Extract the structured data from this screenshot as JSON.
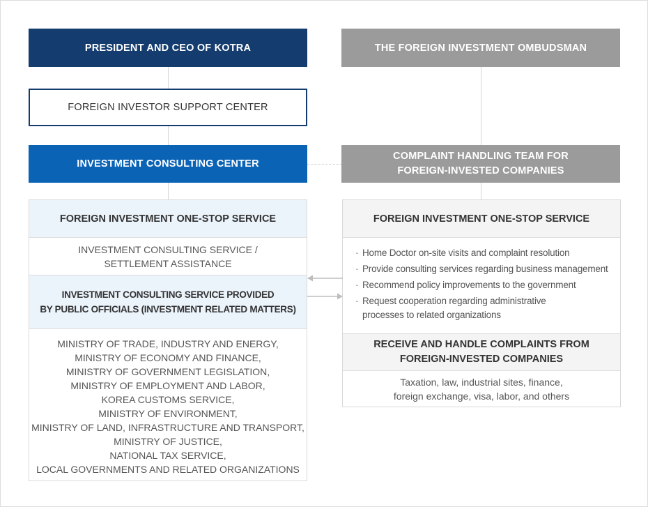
{
  "left": {
    "president": "PRESIDENT AND CEO OF KOTRA",
    "support_center": "FOREIGN INVESTOR SUPPORT CENTER",
    "consulting_center": "INVESTMENT CONSULTING CENTER",
    "panel": {
      "title": "FOREIGN INVESTMENT ONE-STOP SERVICE",
      "service_line1": "INVESTMENT CONSULTING SERVICE /",
      "service_line2": "SETTLEMENT ASSISTANCE",
      "officials_line1": "INVESTMENT CONSULTING SERVICE PROVIDED",
      "officials_line2": "BY PUBLIC OFFICIALS (INVESTMENT RELATED MATTERS)",
      "ministries": [
        "MINISTRY OF TRADE, INDUSTRY AND ENERGY,",
        "MINISTRY OF ECONOMY AND FINANCE,",
        "MINISTRY OF GOVERNMENT LEGISLATION,",
        "MINISTRY OF EMPLOYMENT AND LABOR,",
        "KOREA CUSTOMS SERVICE,",
        "MINISTRY OF ENVIRONMENT,",
        "MINISTRY OF LAND, INFRASTRUCTURE AND TRANSPORT,",
        "MINISTRY OF JUSTICE,",
        "NATIONAL TAX SERVICE,",
        "LOCAL GOVERNMENTS AND RELATED ORGANIZATIONS"
      ]
    }
  },
  "right": {
    "ombudsman": "THE FOREIGN INVESTMENT OMBUDSMAN",
    "team_line1": "COMPLAINT HANDLING TEAM FOR",
    "team_line2": "FOREIGN-INVESTED COMPANIES",
    "panel": {
      "title": "FOREIGN INVESTMENT ONE-STOP SERVICE",
      "bullet_mark": "·",
      "bullets": [
        "Home Doctor on-site visits and complaint resolution",
        "Provide consulting services regarding business management",
        "Recommend policy improvements to the government",
        "Request cooperation regarding administrative processes to related organizations"
      ],
      "complaints_line1": "RECEIVE AND HANDLE COMPLAINTS FROM",
      "complaints_line2": "FOREIGN-INVESTED COMPANIES",
      "areas_line1": "Taxation, law, industrial sites, finance,",
      "areas_line2": "foreign exchange, visa, labor, and others"
    }
  },
  "colors": {
    "navy": "#143c6e",
    "blue": "#0b63b6",
    "gray": "#9b9b9b",
    "light_blue": "#ebf3fb",
    "light_gray": "#f4f4f4"
  }
}
